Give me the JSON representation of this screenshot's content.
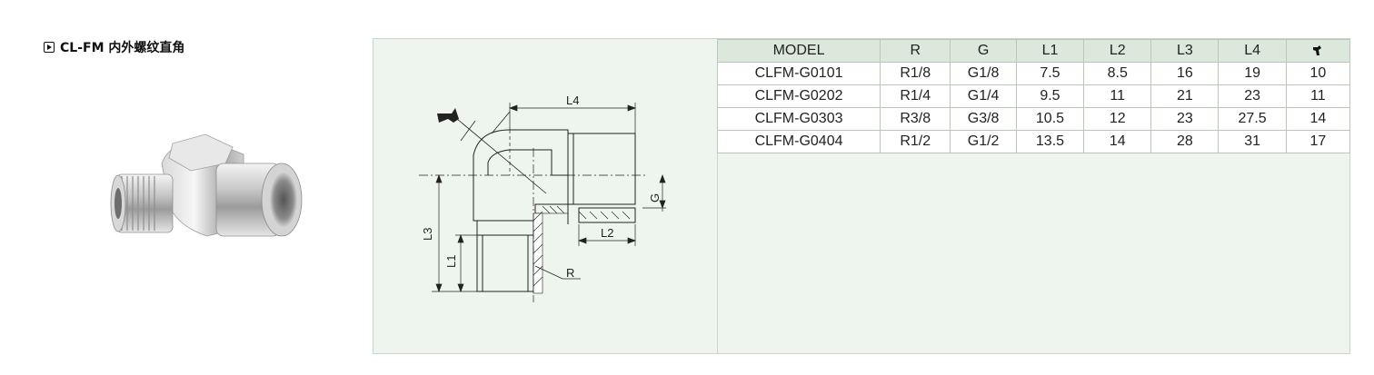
{
  "header": {
    "icon": "play-icon",
    "title": "CL-FM 内外螺纹直角"
  },
  "drawing": {
    "labels": {
      "l4": "L4",
      "l2": "L2",
      "l3": "L3",
      "l1": "L1",
      "g": "G",
      "r": "R"
    }
  },
  "table": {
    "columns": [
      "MODEL",
      "R",
      "G",
      "L1",
      "L2",
      "L3",
      "L4"
    ],
    "last_column_icon": "wrench-icon",
    "rows": [
      [
        "CLFM-G0101",
        "R1/8",
        "G1/8",
        "7.5",
        "8.5",
        "16",
        "19",
        "10"
      ],
      [
        "CLFM-G0202",
        "R1/4",
        "G1/4",
        "9.5",
        "11",
        "21",
        "23",
        "11"
      ],
      [
        "CLFM-G0303",
        "R3/8",
        "G3/8",
        "10.5",
        "12",
        "23",
        "27.5",
        "14"
      ],
      [
        "CLFM-G0404",
        "R1/2",
        "G1/2",
        "13.5",
        "14",
        "28",
        "31",
        "17"
      ]
    ]
  }
}
